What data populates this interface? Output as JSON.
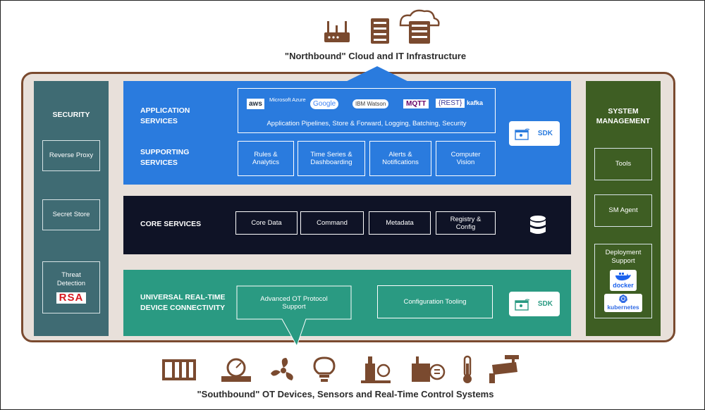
{
  "north": {
    "title": "\"Northbound\" Cloud and IT Infrastructure"
  },
  "south": {
    "title": "\"Southbound\" OT Devices, Sensors and Real-Time Control Systems"
  },
  "security": {
    "title": "SECURITY",
    "items": [
      "Reverse Proxy",
      "Secret Store",
      "Threat Detection"
    ],
    "rsa": "RSA"
  },
  "system_management": {
    "title_line1": "SYSTEM",
    "title_line2": "MANAGEMENT",
    "items": [
      "Tools",
      "SM Agent",
      "Deployment Support"
    ],
    "docker": "docker",
    "kubernetes": "kubernetes"
  },
  "application": {
    "label_line1": "APPLICATION",
    "label_line2": "SERVICES",
    "logos": [
      "aws",
      "Microsoft Azure",
      "Google",
      "IBM Watson",
      "MQTT",
      "{REST}",
      "kafka"
    ],
    "pipeline": "Application Pipelines, Store & Forward, Logging, Batching, Security",
    "sdk": "SDK"
  },
  "supporting": {
    "label_line1": "SUPPORTING",
    "label_line2": "SERVICES",
    "boxes": [
      {
        "l1": "Rules &",
        "l2": "Analytics"
      },
      {
        "l1": "Time Series &",
        "l2": "Dashboarding"
      },
      {
        "l1": "Alerts &",
        "l2": "Notifications"
      },
      {
        "l1": "Computer",
        "l2": "Vision"
      }
    ]
  },
  "core": {
    "label": "CORE SERVICES",
    "boxes": [
      "Core Data",
      "Command",
      "Metadata"
    ],
    "registry_l1": "Registry &",
    "registry_l2": "Config"
  },
  "device": {
    "label_line1": "UNIVERSAL REAL-TIME",
    "label_line2": "DEVICE CONNECTIVITY",
    "protocol_l1": "Advanced OT Protocol",
    "protocol_l2": "Support",
    "config_tooling": "Configuration Tooling",
    "sdk": "SDK"
  },
  "colors": {
    "app_band": "#2a7bde",
    "core_band": "#0f1326",
    "device_band": "#2a9a82",
    "security_panel": "#3f6b73",
    "system_panel": "#3e5e23",
    "frame_brown": "#7a4a2f"
  }
}
